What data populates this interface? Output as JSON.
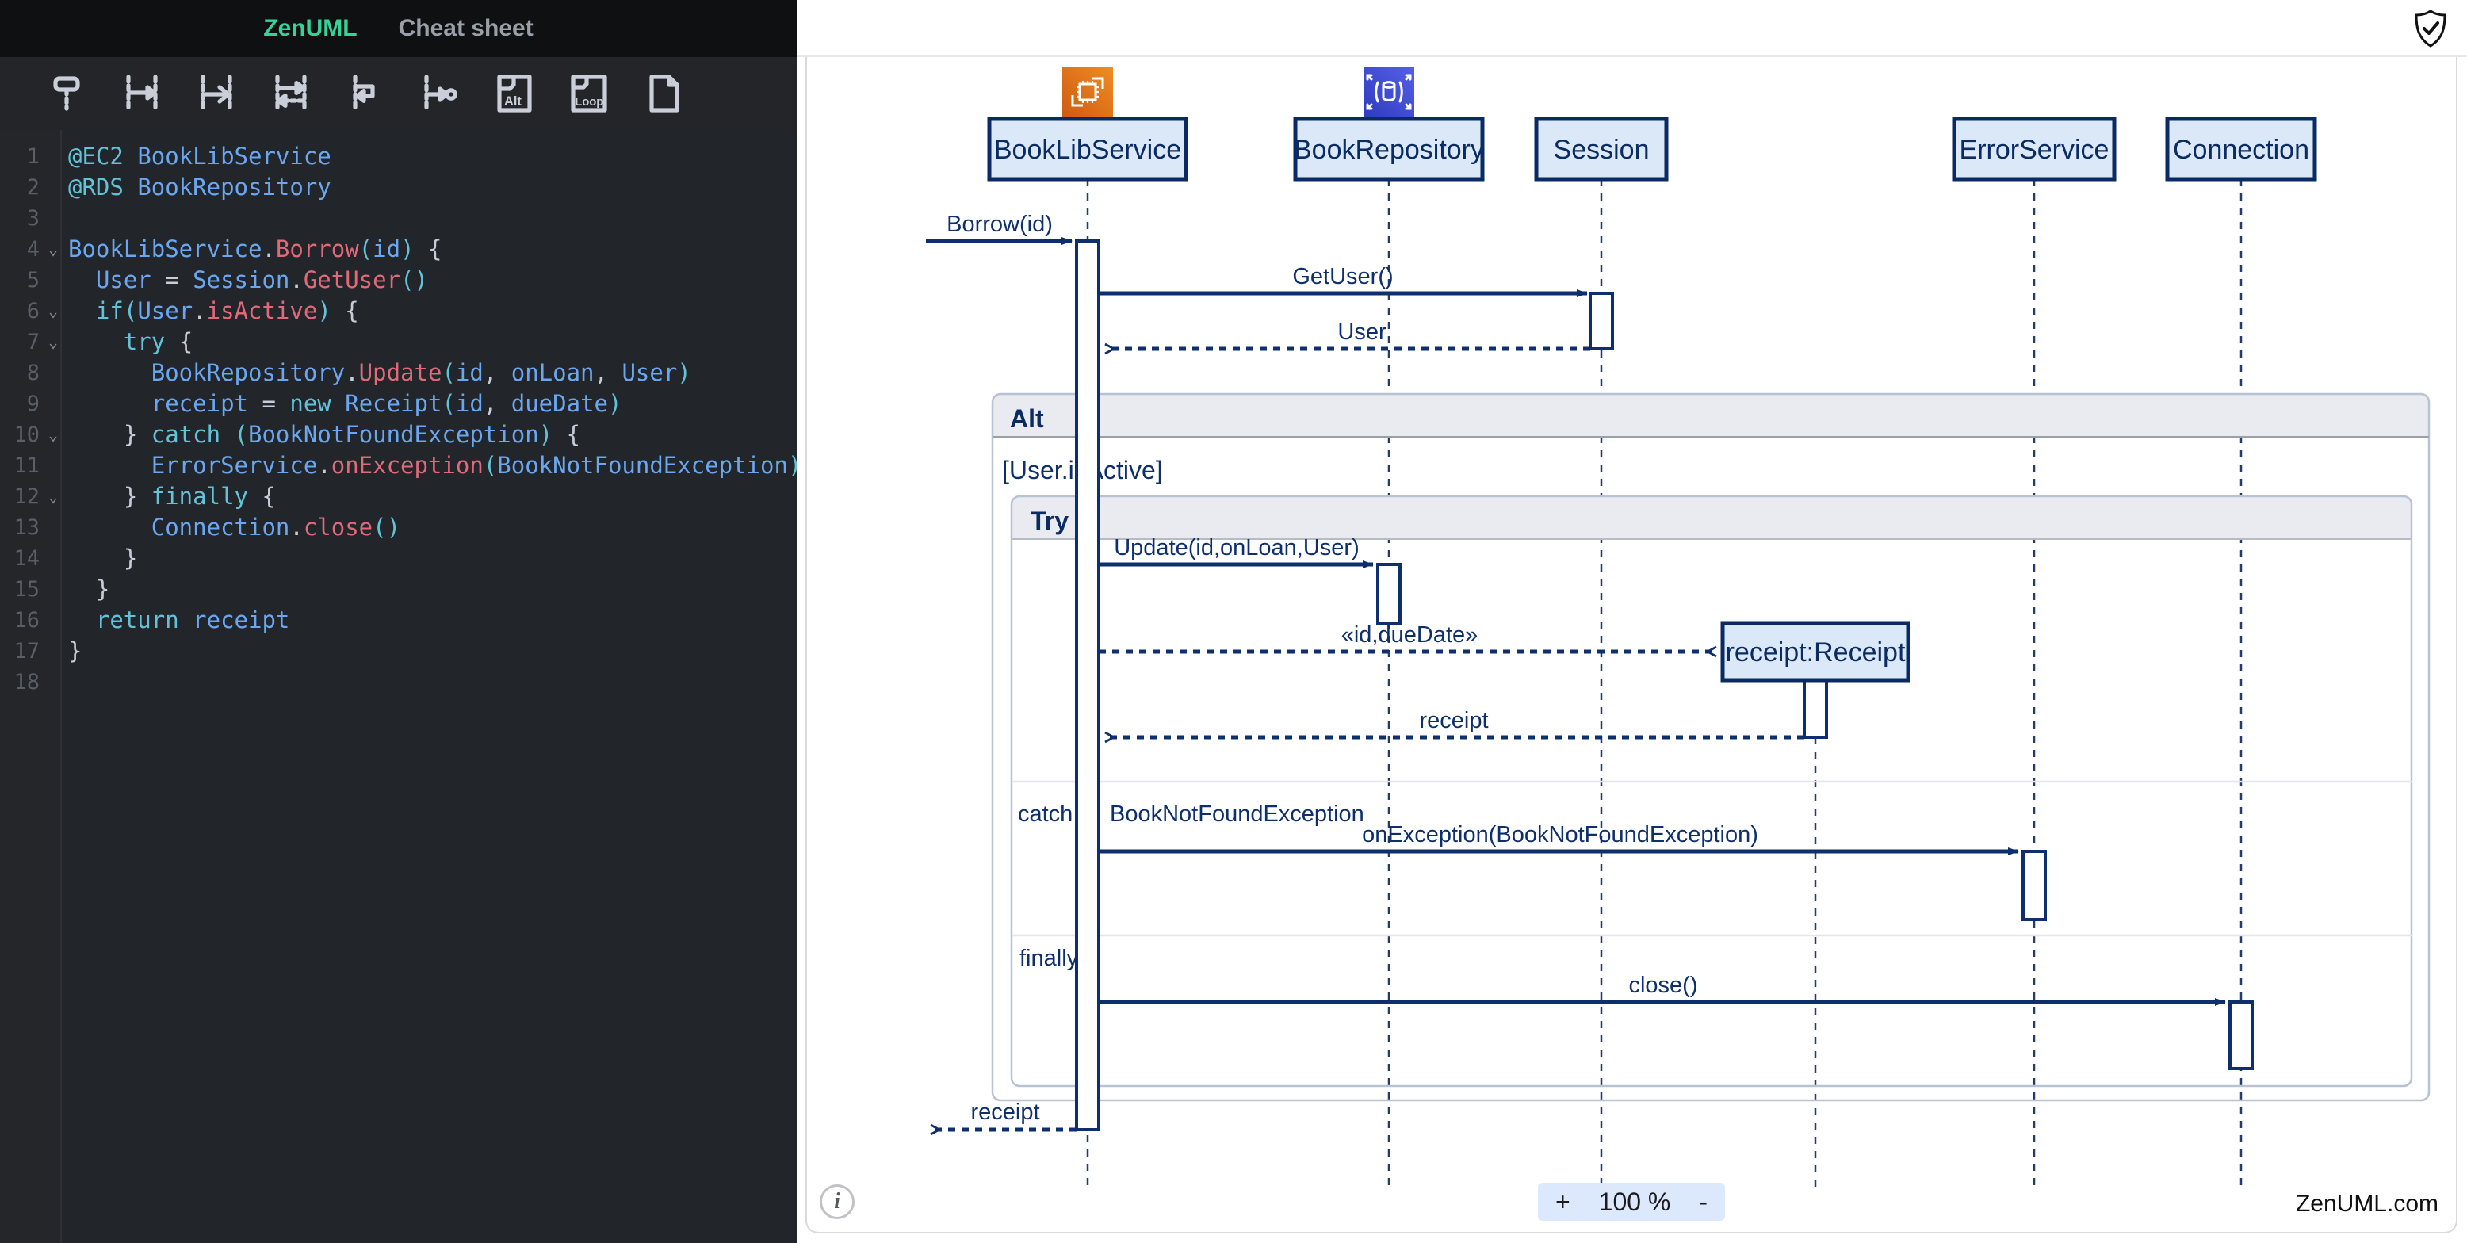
{
  "app": {
    "tabs": [
      {
        "label": "ZenUML",
        "active": true
      },
      {
        "label": "Cheat sheet",
        "active": false
      }
    ]
  },
  "toolbar": {
    "icons": [
      {
        "name": "participant-icon"
      },
      {
        "name": "sync-message-icon"
      },
      {
        "name": "async-message-icon"
      },
      {
        "name": "return-message-icon"
      },
      {
        "name": "self-message-icon"
      },
      {
        "name": "found-message-icon"
      },
      {
        "name": "alt-fragment-icon",
        "label": "Alt"
      },
      {
        "name": "loop-fragment-icon",
        "label": "Loop"
      },
      {
        "name": "blank-page-icon"
      }
    ]
  },
  "editor": {
    "lines": [
      {
        "n": 1,
        "fold": false,
        "tokens": [
          [
            "k",
            "@EC2"
          ],
          [
            "p",
            " "
          ],
          [
            "i",
            "BookLibService"
          ]
        ]
      },
      {
        "n": 2,
        "fold": false,
        "tokens": [
          [
            "k",
            "@RDS"
          ],
          [
            "p",
            " "
          ],
          [
            "i",
            "BookRepository"
          ]
        ]
      },
      {
        "n": 3,
        "fold": false,
        "tokens": []
      },
      {
        "n": 4,
        "fold": true,
        "tokens": [
          [
            "i",
            "BookLibService"
          ],
          [
            "p",
            "."
          ],
          [
            "f",
            "Borrow"
          ],
          [
            "k",
            "("
          ],
          [
            "i",
            "id"
          ],
          [
            "k",
            ")"
          ],
          [
            "p",
            " {"
          ]
        ]
      },
      {
        "n": 5,
        "fold": false,
        "tokens": [
          [
            "p",
            "  "
          ],
          [
            "i",
            "User"
          ],
          [
            "p",
            " = "
          ],
          [
            "i",
            "Session"
          ],
          [
            "p",
            "."
          ],
          [
            "f",
            "GetUser"
          ],
          [
            "k",
            "()"
          ]
        ]
      },
      {
        "n": 6,
        "fold": true,
        "tokens": [
          [
            "p",
            "  "
          ],
          [
            "k",
            "if"
          ],
          [
            "k",
            "("
          ],
          [
            "i",
            "User"
          ],
          [
            "p",
            "."
          ],
          [
            "f",
            "isActive"
          ],
          [
            "k",
            ")"
          ],
          [
            "p",
            " {"
          ]
        ]
      },
      {
        "n": 7,
        "fold": true,
        "tokens": [
          [
            "p",
            "    "
          ],
          [
            "k",
            "try"
          ],
          [
            "p",
            " {"
          ]
        ]
      },
      {
        "n": 8,
        "fold": false,
        "tokens": [
          [
            "p",
            "      "
          ],
          [
            "i",
            "BookRepository"
          ],
          [
            "p",
            "."
          ],
          [
            "f",
            "Update"
          ],
          [
            "k",
            "("
          ],
          [
            "i",
            "id"
          ],
          [
            "p",
            ", "
          ],
          [
            "i",
            "onLoan"
          ],
          [
            "p",
            ", "
          ],
          [
            "i",
            "User"
          ],
          [
            "k",
            ")"
          ]
        ]
      },
      {
        "n": 9,
        "fold": false,
        "tokens": [
          [
            "p",
            "      "
          ],
          [
            "i",
            "receipt"
          ],
          [
            "p",
            " = "
          ],
          [
            "k",
            "new"
          ],
          [
            "p",
            " "
          ],
          [
            "i",
            "Receipt"
          ],
          [
            "k",
            "("
          ],
          [
            "i",
            "id"
          ],
          [
            "p",
            ", "
          ],
          [
            "i",
            "dueDate"
          ],
          [
            "k",
            ")"
          ]
        ]
      },
      {
        "n": 10,
        "fold": true,
        "tokens": [
          [
            "p",
            "    } "
          ],
          [
            "k",
            "catch"
          ],
          [
            "p",
            " "
          ],
          [
            "k",
            "("
          ],
          [
            "i",
            "BookNotFoundException"
          ],
          [
            "k",
            ")"
          ],
          [
            "p",
            " {"
          ]
        ]
      },
      {
        "n": 11,
        "fold": false,
        "tokens": [
          [
            "p",
            "      "
          ],
          [
            "i",
            "ErrorService"
          ],
          [
            "p",
            "."
          ],
          [
            "f",
            "onException"
          ],
          [
            "k",
            "("
          ],
          [
            "i",
            "BookNotFoundException"
          ],
          [
            "k",
            ")"
          ]
        ]
      },
      {
        "n": 12,
        "fold": true,
        "tokens": [
          [
            "p",
            "    } "
          ],
          [
            "k",
            "finally"
          ],
          [
            "p",
            " {"
          ]
        ]
      },
      {
        "n": 13,
        "fold": false,
        "tokens": [
          [
            "p",
            "      "
          ],
          [
            "i",
            "Connection"
          ],
          [
            "p",
            "."
          ],
          [
            "f",
            "close"
          ],
          [
            "k",
            "()"
          ]
        ]
      },
      {
        "n": 14,
        "fold": false,
        "tokens": [
          [
            "p",
            "    }"
          ]
        ]
      },
      {
        "n": 15,
        "fold": false,
        "tokens": [
          [
            "p",
            "  }"
          ]
        ]
      },
      {
        "n": 16,
        "fold": false,
        "tokens": [
          [
            "p",
            "  "
          ],
          [
            "k",
            "return"
          ],
          [
            "p",
            " "
          ],
          [
            "i",
            "receipt"
          ]
        ]
      },
      {
        "n": 17,
        "fold": false,
        "tokens": [
          [
            "p",
            "}"
          ]
        ]
      },
      {
        "n": 18,
        "fold": false,
        "tokens": []
      }
    ]
  },
  "diagram": {
    "participants": [
      {
        "label": "BookLibService",
        "icon": "aws-ec2-icon"
      },
      {
        "label": "BookRepository",
        "icon": "aws-rds-icon"
      },
      {
        "label": "Session",
        "icon": ""
      },
      {
        "label": "ErrorService",
        "icon": ""
      },
      {
        "label": "Connection",
        "icon": ""
      }
    ],
    "created_participant": {
      "label": "receipt:Receipt"
    },
    "fragments": {
      "alt": "Alt",
      "condition": "[User.isActive]",
      "try": "Try",
      "catch": "catch",
      "catch_exception": "BookNotFoundException",
      "finally": "finally"
    },
    "messages": {
      "borrow": "Borrow(id)",
      "getuser": "GetUser()",
      "user_return": "User",
      "update": "Update(id,onLoan,User)",
      "create": "«id,dueDate»",
      "receipt_return": "receipt",
      "onexception": "onException(BookNotFoundException)",
      "close": "close()",
      "final_return": "receipt"
    }
  },
  "footer": {
    "info": "i",
    "zoom_in": "+",
    "zoom_level": "100 %",
    "zoom_out": "-",
    "brand": "ZenUML.com"
  },
  "colors": {
    "accent_navy": "#0e2f6d",
    "participant_fill": "#dbe8f8",
    "fragment_band": "#e9ebf1",
    "tab_green": "#35d399",
    "ec2_orange_dark": "#cf5a12",
    "ec2_orange_light": "#ef8d22",
    "rds_indigo_dark": "#2f3bbf",
    "rds_indigo_light": "#5560e6",
    "zoom_pill_bg": "#dce8fb"
  }
}
